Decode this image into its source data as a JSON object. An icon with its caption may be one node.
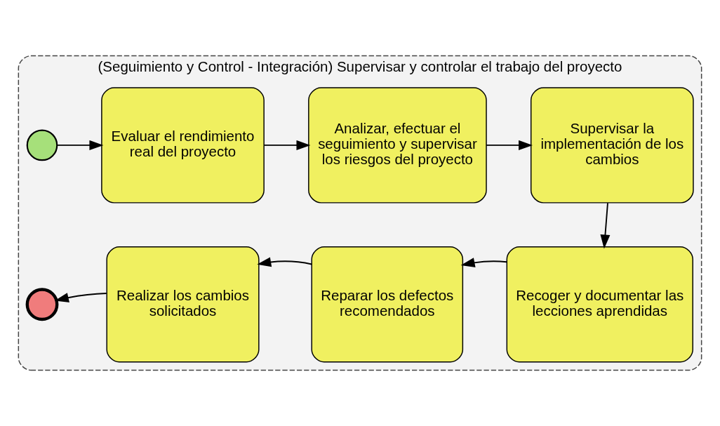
{
  "diagram": {
    "nodes": [
      {
        "text": [
          "(Seguimiento y Control - Integración) Supervisar y controlar el trabajo del proyecto"
        ]
      },
      {
        "text": [],
        "shape": "circle",
        "in": 0
      },
      {
        "text": [
          "Evaluar el rendimiento real del proyecto"
        ],
        "in": 0
      },
      {
        "text": [
          "Analizar, efectuar el seguimiento y supervisar los riesgos del proyecto"
        ],
        "in": 0
      },
      {
        "text": [
          "Supervisar la implementación de los cambios"
        ],
        "in": 0
      },
      {
        "text": [
          "Recoger y documentar las lecciones aprendidas"
        ],
        "in": 0
      },
      {
        "text": [
          "Reparar los defectos recomendados"
        ],
        "in": 0
      },
      {
        "text": [
          "Realizar los cambios solicitados"
        ],
        "in": 0
      },
      {
        "text": [],
        "shape": "circle",
        "in": 0
      }
    ],
    "edges": [
      {
        "from": 1,
        "to": 2,
        "arrow": "to"
      },
      {
        "from": 2,
        "to": 3,
        "arrow": "to"
      },
      {
        "from": 3,
        "to": 4,
        "arrow": "to"
      },
      {
        "from": 4,
        "to": 5,
        "arrow": "to"
      },
      {
        "from": 5,
        "to": 6,
        "arrow": "to"
      },
      {
        "from": 6,
        "to": 7,
        "arrow": "to"
      },
      {
        "from": 7,
        "to": 8,
        "arrow": "to"
      }
    ]
  }
}
